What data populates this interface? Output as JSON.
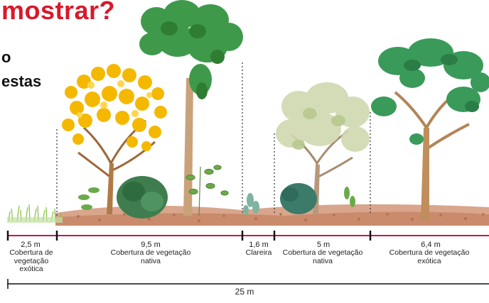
{
  "header": {
    "title_fragment": "mostrar?",
    "subtitle_line1": "o",
    "subtitle_line2": "estas"
  },
  "colors": {
    "title_red": "#d8192c",
    "measure_pink": "#c2185b",
    "native_green": "#2e7d32",
    "exotic_green": "#43a047",
    "yellow_ipe": "#f5b800",
    "litter_brown": "#c98b6b"
  },
  "segments": [
    {
      "value": "2,5 m",
      "label_lines": [
        "Cobertura de",
        "vegetação",
        "exótica"
      ]
    },
    {
      "value": "9,5 m",
      "label_lines": [
        "Cobertura de vegetação",
        "nativa"
      ]
    },
    {
      "value": "1,6 m",
      "label_lines": [
        "Clareira"
      ]
    },
    {
      "value": "5 m",
      "label_lines": [
        "Cobertura de vegetação",
        "nativa"
      ]
    },
    {
      "value": "6,4 m",
      "label_lines": [
        "Cobertura de vegetação",
        "exótica"
      ]
    }
  ],
  "total": {
    "value": "25 m"
  }
}
